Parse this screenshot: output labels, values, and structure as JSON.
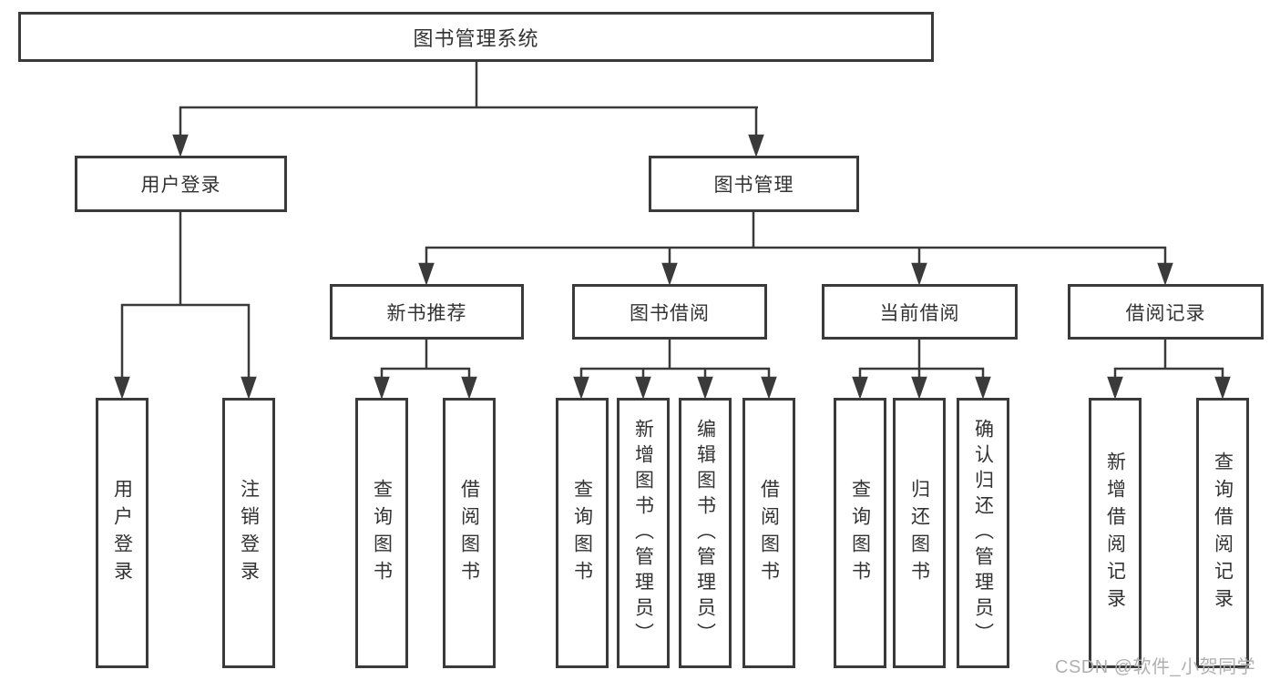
{
  "tree": {
    "root": "图书管理系统",
    "branches": [
      {
        "label": "用户登录",
        "leaves": [
          "用户登录",
          "注销登录"
        ]
      },
      {
        "label": "图书管理",
        "groups": [
          {
            "label": "新书推荐",
            "leaves": [
              "查询图书",
              "借阅图书"
            ]
          },
          {
            "label": "图书借阅",
            "leaves": [
              "查询图书",
              "新增图书（管理员）",
              "编辑图书（管理员）",
              "借阅图书"
            ]
          },
          {
            "label": "当前借阅",
            "leaves": [
              "查询图书",
              "归还图书",
              "确认归还（管理员）"
            ]
          },
          {
            "label": "借阅记录",
            "leaves": [
              "新增借阅记录",
              "查询借阅记录"
            ]
          }
        ]
      }
    ]
  },
  "colors": {
    "line": "#3a3a3a",
    "text": "#333333",
    "watermark": "#b0b0b0",
    "background": "#ffffff"
  },
  "watermark": "CSDN @软件_小贺同学"
}
